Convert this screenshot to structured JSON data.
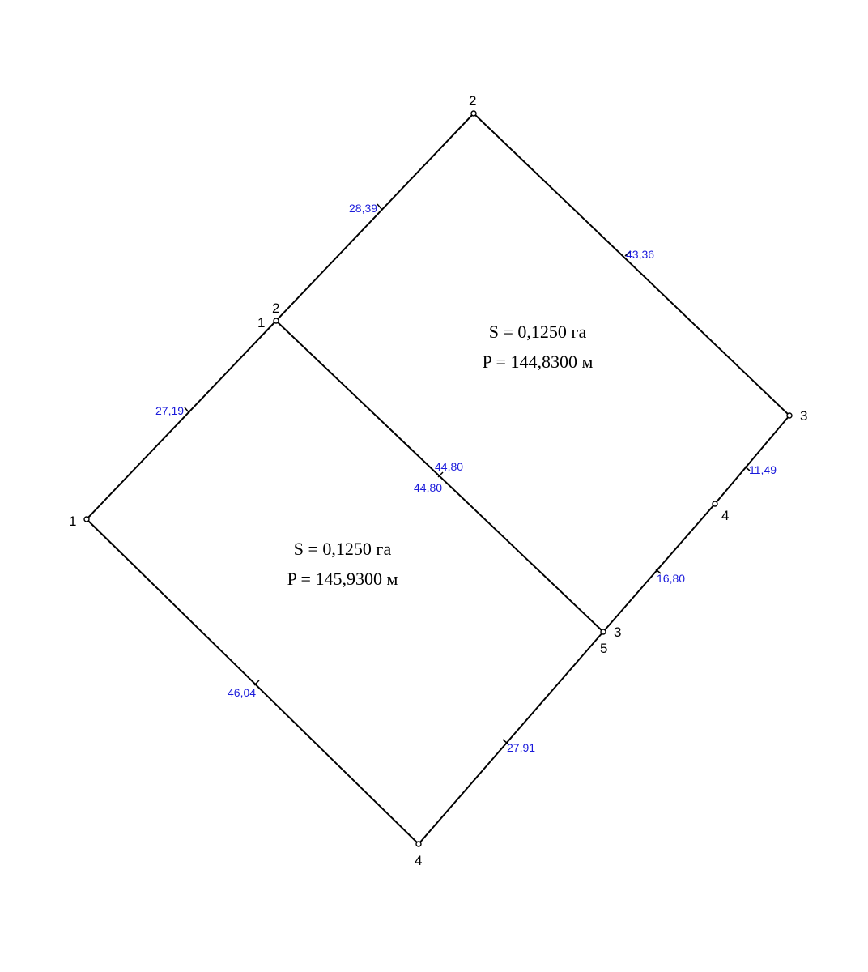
{
  "colors": {
    "line": "#000000",
    "length_label": "#1a1adb",
    "background": "#ffffff"
  },
  "parcels": [
    {
      "id": "upper",
      "area": "S = 0,1250 га",
      "perimeter": "P = 144,8300  м"
    },
    {
      "id": "lower",
      "area": "S = 0,1250 га",
      "perimeter": "P = 145,9300  м"
    }
  ],
  "vertices": {
    "A": {
      "label": "1"
    },
    "B": {
      "labels": [
        "2",
        "1"
      ]
    },
    "C": {
      "label": "2"
    },
    "D": {
      "label": "3"
    },
    "E": {
      "label": "4"
    },
    "F": {
      "labels": [
        "3",
        "5"
      ]
    },
    "G": {
      "label": "4"
    }
  },
  "edges": [
    {
      "id": "A-B",
      "length": "27,19"
    },
    {
      "id": "B-C",
      "length": "28,39"
    },
    {
      "id": "C-D",
      "length": "43,36"
    },
    {
      "id": "D-E",
      "length": "11,49"
    },
    {
      "id": "E-F",
      "length": "16,80"
    },
    {
      "id": "B-F",
      "lengths": [
        "44,80",
        "44,80"
      ]
    },
    {
      "id": "F-G",
      "length": "27,91"
    },
    {
      "id": "A-G",
      "length": "46,04"
    }
  ]
}
